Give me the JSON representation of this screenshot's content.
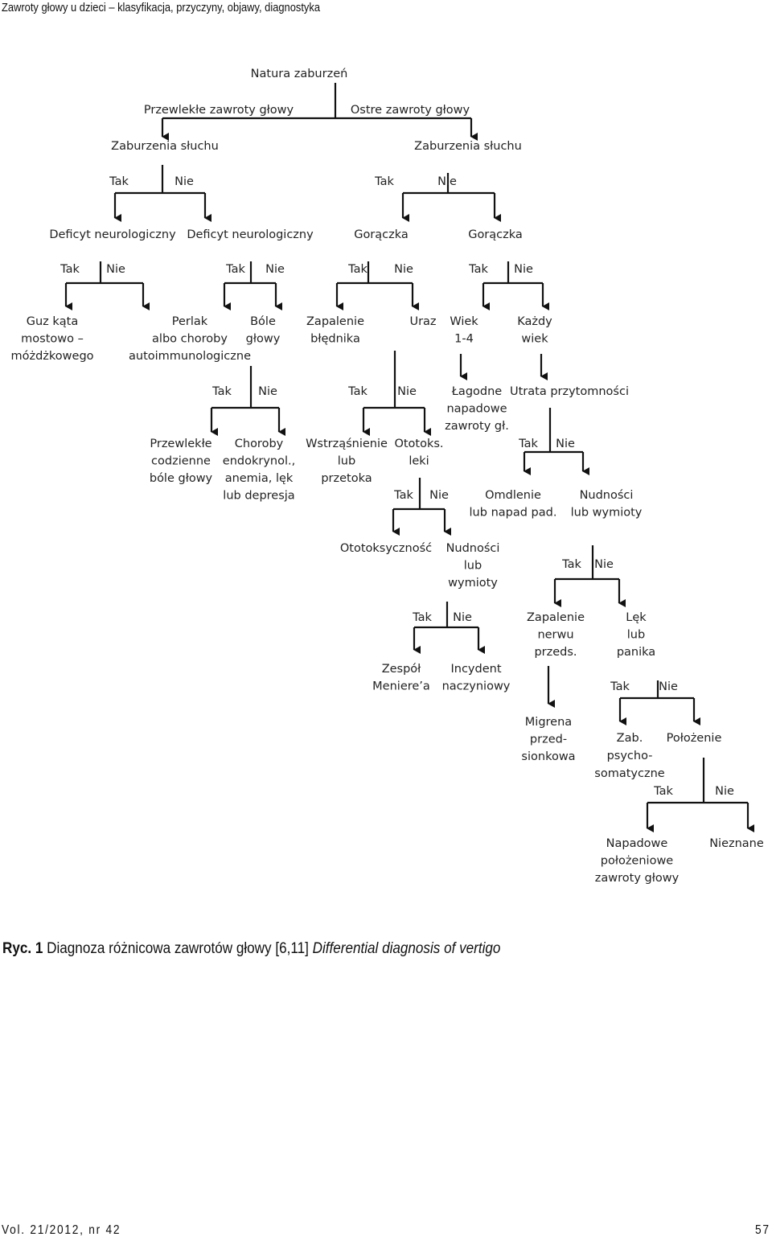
{
  "header": {
    "title": "Zawroty głowy u dzieci – klasyfikacja, przyczyny, objawy, diagnostyka"
  },
  "caption": {
    "label": "Ryc. 1",
    "text": "Diagnoza różnicowa zawrotów głowy [6,11]",
    "english": "Differential diagnosis of vertigo"
  },
  "footer": {
    "volume": "Vol. 21/2012, nr 42",
    "page": "57"
  },
  "diagram": {
    "nodes": {
      "root": "Natura zaburzeń",
      "chronic": "Przewlekłe zawroty głowy",
      "acute": "Ostre zawroty głowy",
      "hear1": "Zaburzenia słuchu",
      "hear2": "Zaburzenia słuchu",
      "t1": "Tak",
      "n1": "Nie",
      "t2": "Tak",
      "n2": "Nie",
      "def1": "Deficyt neurologiczny",
      "def2": "Deficyt neurologiczny",
      "fev1": "Gorączka",
      "fev2": "Gorączka",
      "t3": "Tak",
      "n3": "Nie",
      "t4": "Tak",
      "n4": "Nie",
      "t5": "Tak",
      "n5": "Nie",
      "t6": "Tak",
      "n6": "Nie",
      "guz": [
        "Guz kąta",
        "mostowo –",
        "móżdżkowego"
      ],
      "perlak": [
        "Perlak",
        "albo choroby",
        "autoimmunologiczne"
      ],
      "bole": [
        "Bóle",
        "głowy"
      ],
      "zapbl": [
        "Zapalenie",
        "błędnika"
      ],
      "uraz": "Uraz",
      "wiek": [
        "Wiek",
        "1-4"
      ],
      "kazdy": [
        "Każdy",
        "wiek"
      ],
      "t7": "Tak",
      "n7": "Nie",
      "t8": "Tak",
      "n8": "Nie",
      "lagodne": [
        "Łagodne",
        "napadowe",
        "zawroty gł."
      ],
      "utrata": "Utrata przytomności",
      "przew": [
        "Przewlekłe",
        "codzienne",
        "bóle głowy"
      ],
      "chorob": [
        "Choroby",
        "endokrynol.,",
        "anemia, lęk",
        "lub depresja"
      ],
      "wstrz": [
        "Wstrząśnienie",
        "lub",
        "przetoka"
      ],
      "ototoks": [
        "Ototoks.",
        "leki"
      ],
      "t9": "Tak",
      "n9": "Nie",
      "t10": "Tak",
      "n10": "Nie",
      "omdl": [
        "Omdlenie",
        "lub napad pad."
      ],
      "nudn1": [
        "Nudności",
        "lub wymioty"
      ],
      "ototok": "Ototoksyczność",
      "nudn2": [
        "Nudności",
        "lub",
        "wymioty"
      ],
      "t11": "Tak",
      "n11": "Nie",
      "t12": "Tak",
      "n12": "Nie",
      "zapnerw": [
        "Zapalenie",
        "nerwu",
        "przeds."
      ],
      "lek": [
        "Lęk",
        "lub",
        "panika"
      ],
      "zespol": [
        "Zespół",
        "Meniere’a"
      ],
      "incyd": [
        "Incydent",
        "naczyniowy"
      ],
      "t13": "Tak",
      "n13": "Nie",
      "migrena": [
        "Migrena",
        "przed-",
        "sionkowa"
      ],
      "zab": [
        "Zab.",
        "psycho-",
        "somatyczne"
      ],
      "polo": "Położenie",
      "t14": "Tak",
      "n14": "Nie",
      "napad": [
        "Napadowe",
        "położeniowe",
        "zawroty głowy"
      ],
      "niezn": "Nieznane"
    }
  }
}
